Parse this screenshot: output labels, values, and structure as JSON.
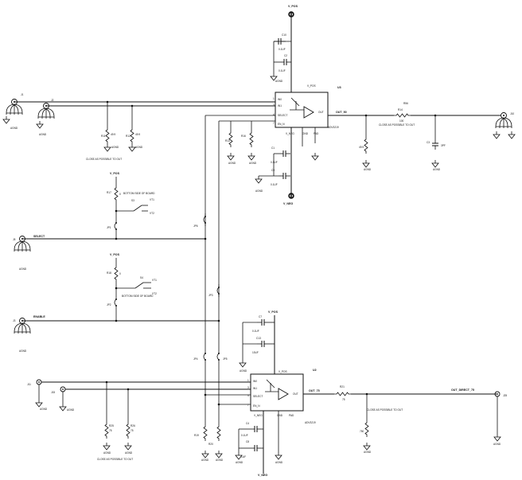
{
  "power": {
    "v_pos": "V_POS",
    "v_neg": "V_NEG"
  },
  "ground": "AGND",
  "upper_amp": {
    "ref": "U3",
    "part": "ADV3219",
    "pins": {
      "in0": "IN0",
      "in1": "IN1",
      "select": "SELECT",
      "en_n": "EN_N",
      "v_pos": "V_POS",
      "v_neg": "V_NEG",
      "gnd": "GND",
      "pad": "PAD",
      "out": "OUT"
    },
    "pin_numbers": [
      "1",
      "3",
      "4",
      "7",
      "8",
      "6",
      "5",
      "2"
    ],
    "out_net": "OUT_50"
  },
  "lower_amp": {
    "ref": "U2",
    "part": "ADV3219",
    "pins": {
      "in0": "IN0",
      "in1": "IN1",
      "select": "SELECT",
      "en_n": "EN_N",
      "v_pos": "V_POS",
      "v_neg": "V_NEG",
      "gnd": "GND",
      "pad": "PAD",
      "out": "OUT"
    },
    "pin_numbers": [
      "1",
      "3",
      "4",
      "7",
      "8",
      "6",
      "5",
      "2"
    ],
    "out_net": "OUT_75"
  },
  "connectors": {
    "j1": "J1",
    "j2": "J2",
    "j10": "J10",
    "j5": "J5",
    "j3": "J3",
    "j11": "J11",
    "j15": "J15",
    "j25": "J25"
  },
  "nets": {
    "select": "SELECT",
    "enable": "ENABLE",
    "out_direct_75": "OUT_DIRECT_75",
    "vt1": "VT1",
    "vt2": "VT2"
  },
  "caps": {
    "c10": "C10",
    "c2": "C2",
    "c1": "C1",
    "c9": "C9",
    "c7": "C7",
    "c13": "C13",
    "c4": "C4",
    "c8": "C8",
    "c3": "C3",
    "v_01uf": "0.1UF",
    "v_10uf": "10UF",
    "v_1uf": "1UF",
    "v_3pf": "3PF"
  },
  "resistors": {
    "r56": "R56",
    "r14": "R14",
    "r_100": "100",
    "r10": "R10",
    "r11": "R11",
    "r12": "R12",
    "r13": "R13",
    "r16": "R16",
    "r17": "R17",
    "r18": "R18",
    "r19": "R19",
    "r20": "R20",
    "r21": "R21",
    "r25": "R25",
    "r26": "R26",
    "r_750": "750",
    "r_75": "75",
    "r_49_9": "49.9",
    "r_0": "0"
  },
  "jumpers": {
    "jp1": "JP1",
    "jp2": "JP2",
    "jp3": "JP3",
    "jp4": "JP4",
    "jp5": "JP5",
    "jp6": "JP6"
  },
  "switches": {
    "s3": "S3",
    "s4": "S4"
  },
  "notes": {
    "close_to_out": "CLOSE AS POSSIBLE TO OUT",
    "bottom_side": "BOTTOM SIDE OF BOARD"
  }
}
